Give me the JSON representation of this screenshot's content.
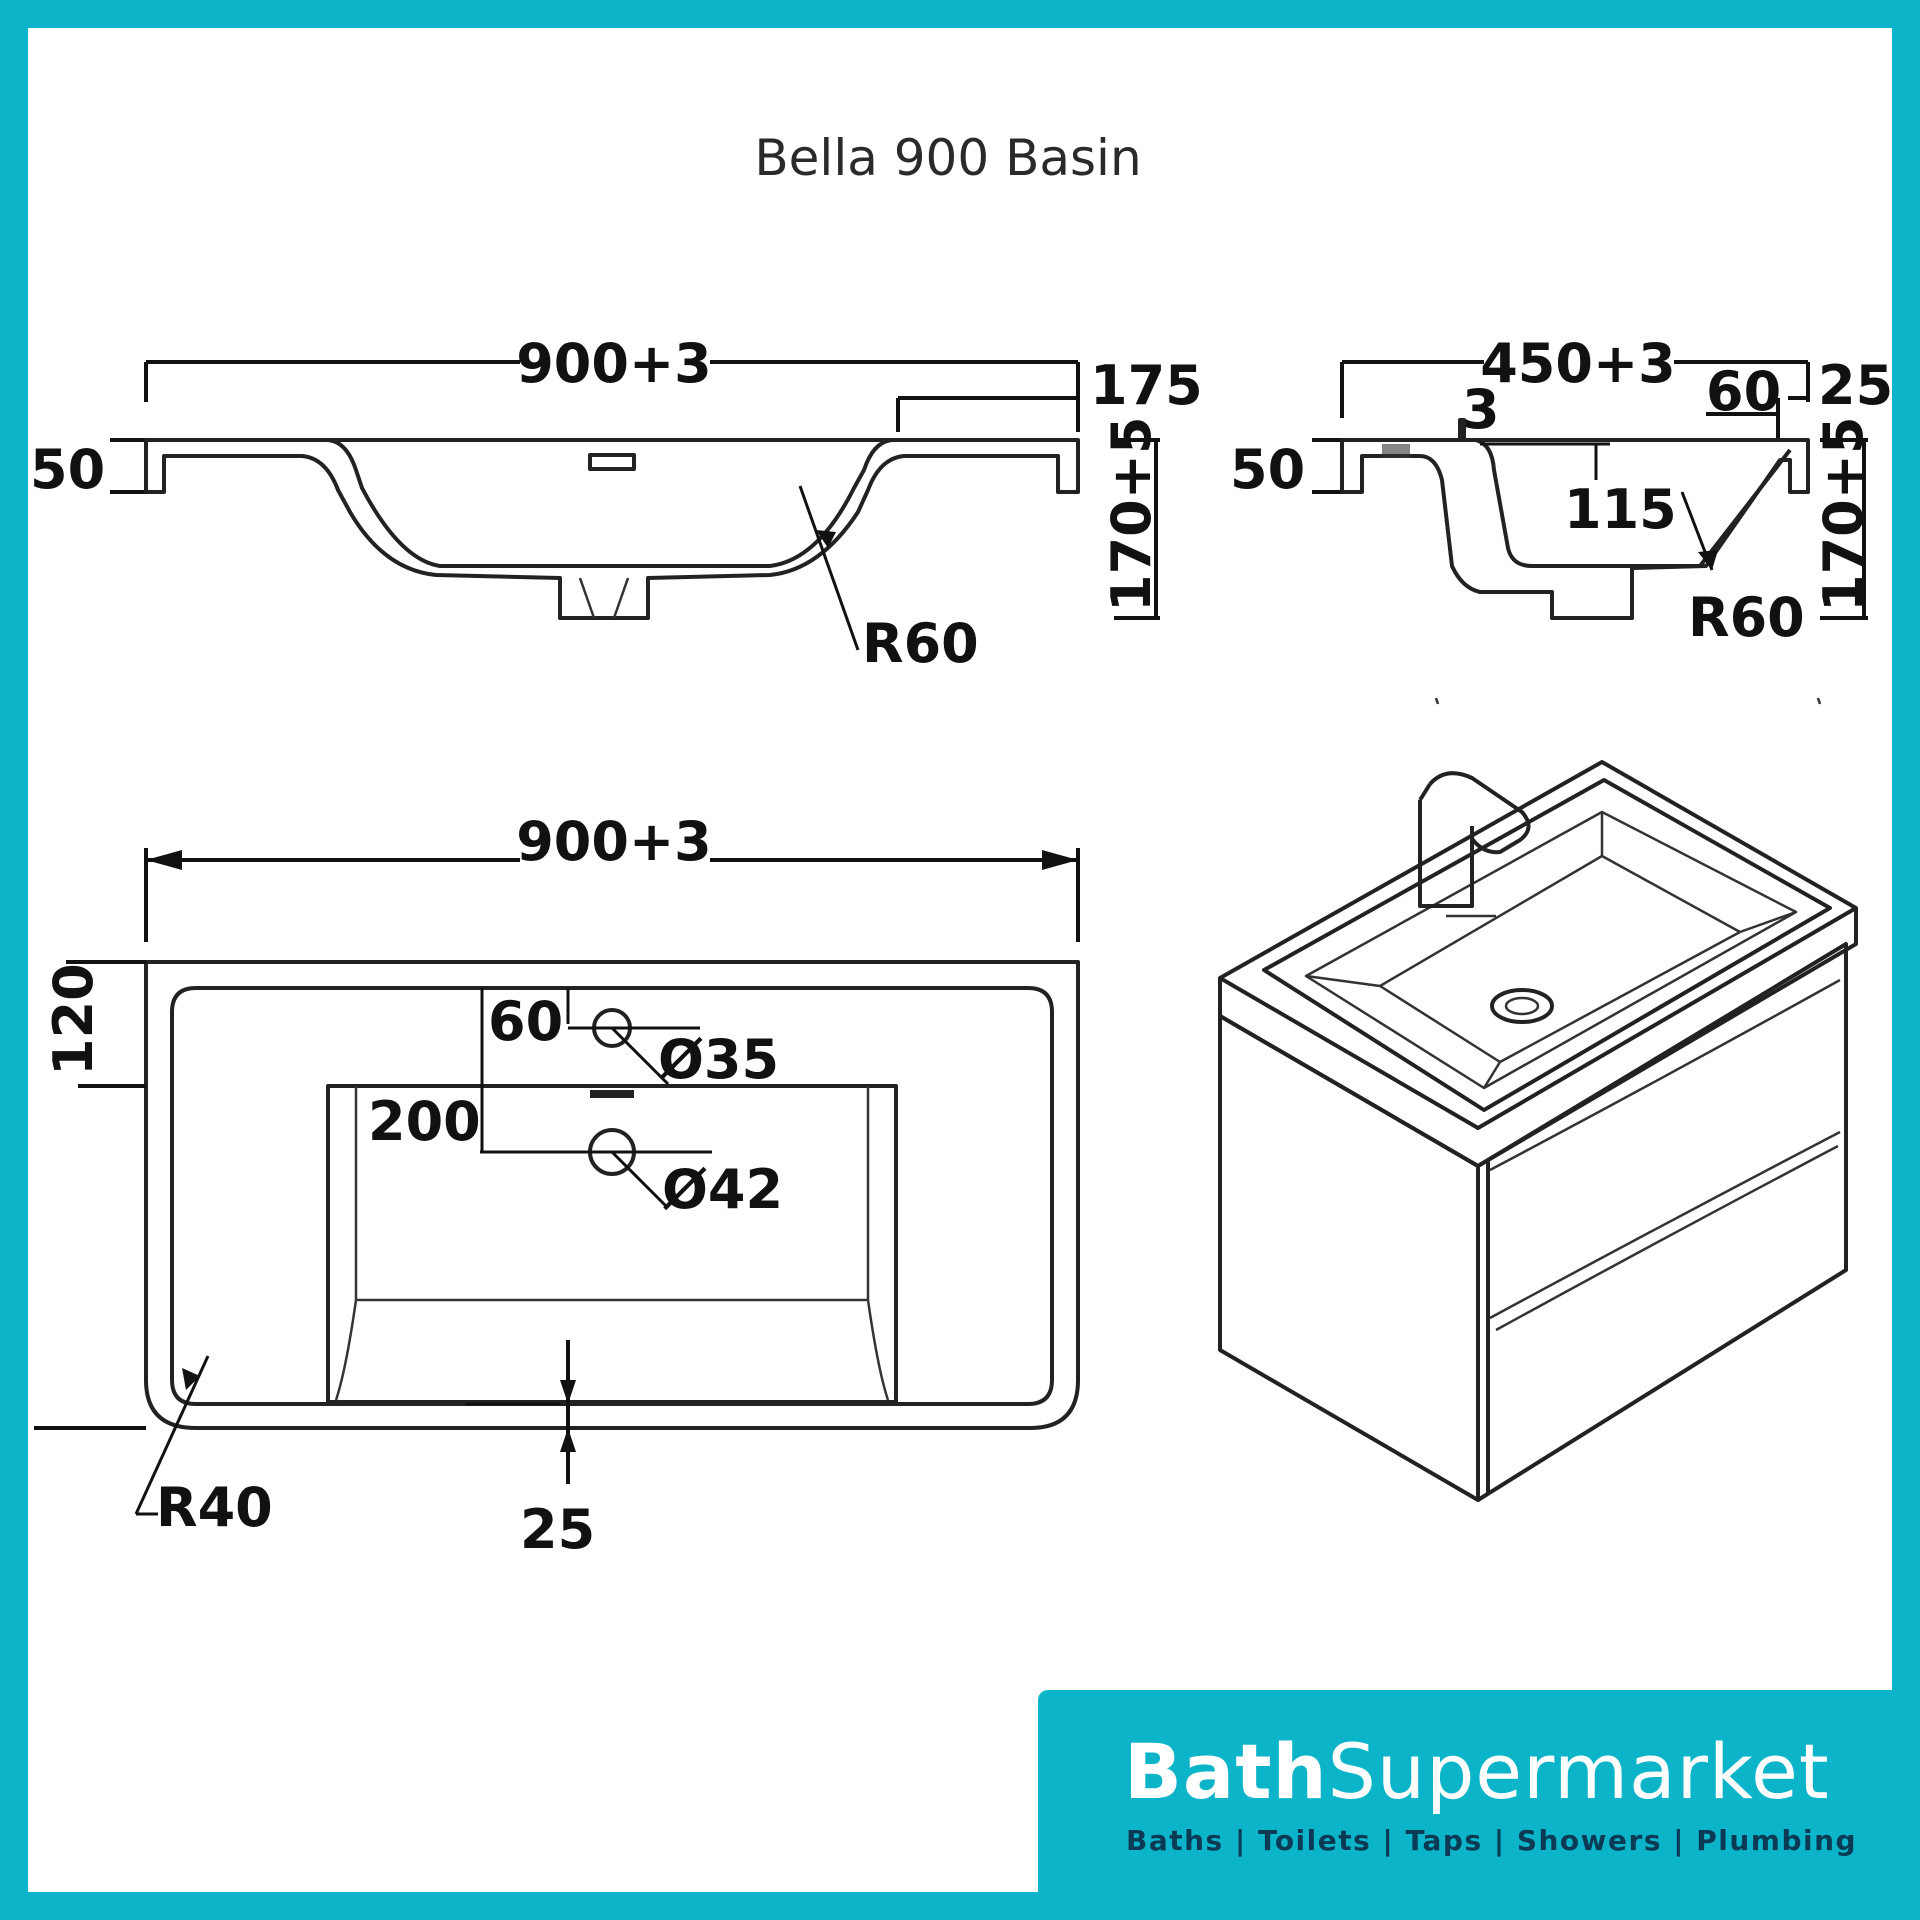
{
  "title": "Bella 900 Basin",
  "front_view": {
    "width": "900+3",
    "right_depth": "175",
    "rim_height": "50",
    "total_height": "170+5",
    "radius": "R60"
  },
  "side_view": {
    "depth": "450+3",
    "offset_3": "3",
    "offset_60": "60",
    "offset_25": "25",
    "rim_height": "50",
    "inner_height": "115",
    "total_height": "170+5",
    "radius": "R60"
  },
  "plan_view": {
    "width": "900+3",
    "rim_depth": "120",
    "tap_offset": "60",
    "tap_hole": "Ø35",
    "waste_offset": "200",
    "waste_hole": "Ø42",
    "corner_radius": "R40",
    "front_edge": "25"
  },
  "brand": {
    "name_bold": "Bath",
    "name_light": "Supermarket",
    "tagline": "Baths | Toilets | Taps | Showers | Plumbing",
    "panel_color": "#0bb4c9",
    "frame_color": "#0bb4c9"
  },
  "illustration": {
    "icons": [
      "vanity-unit-illustration",
      "mixer-tap-icon",
      "drain-icon"
    ]
  }
}
